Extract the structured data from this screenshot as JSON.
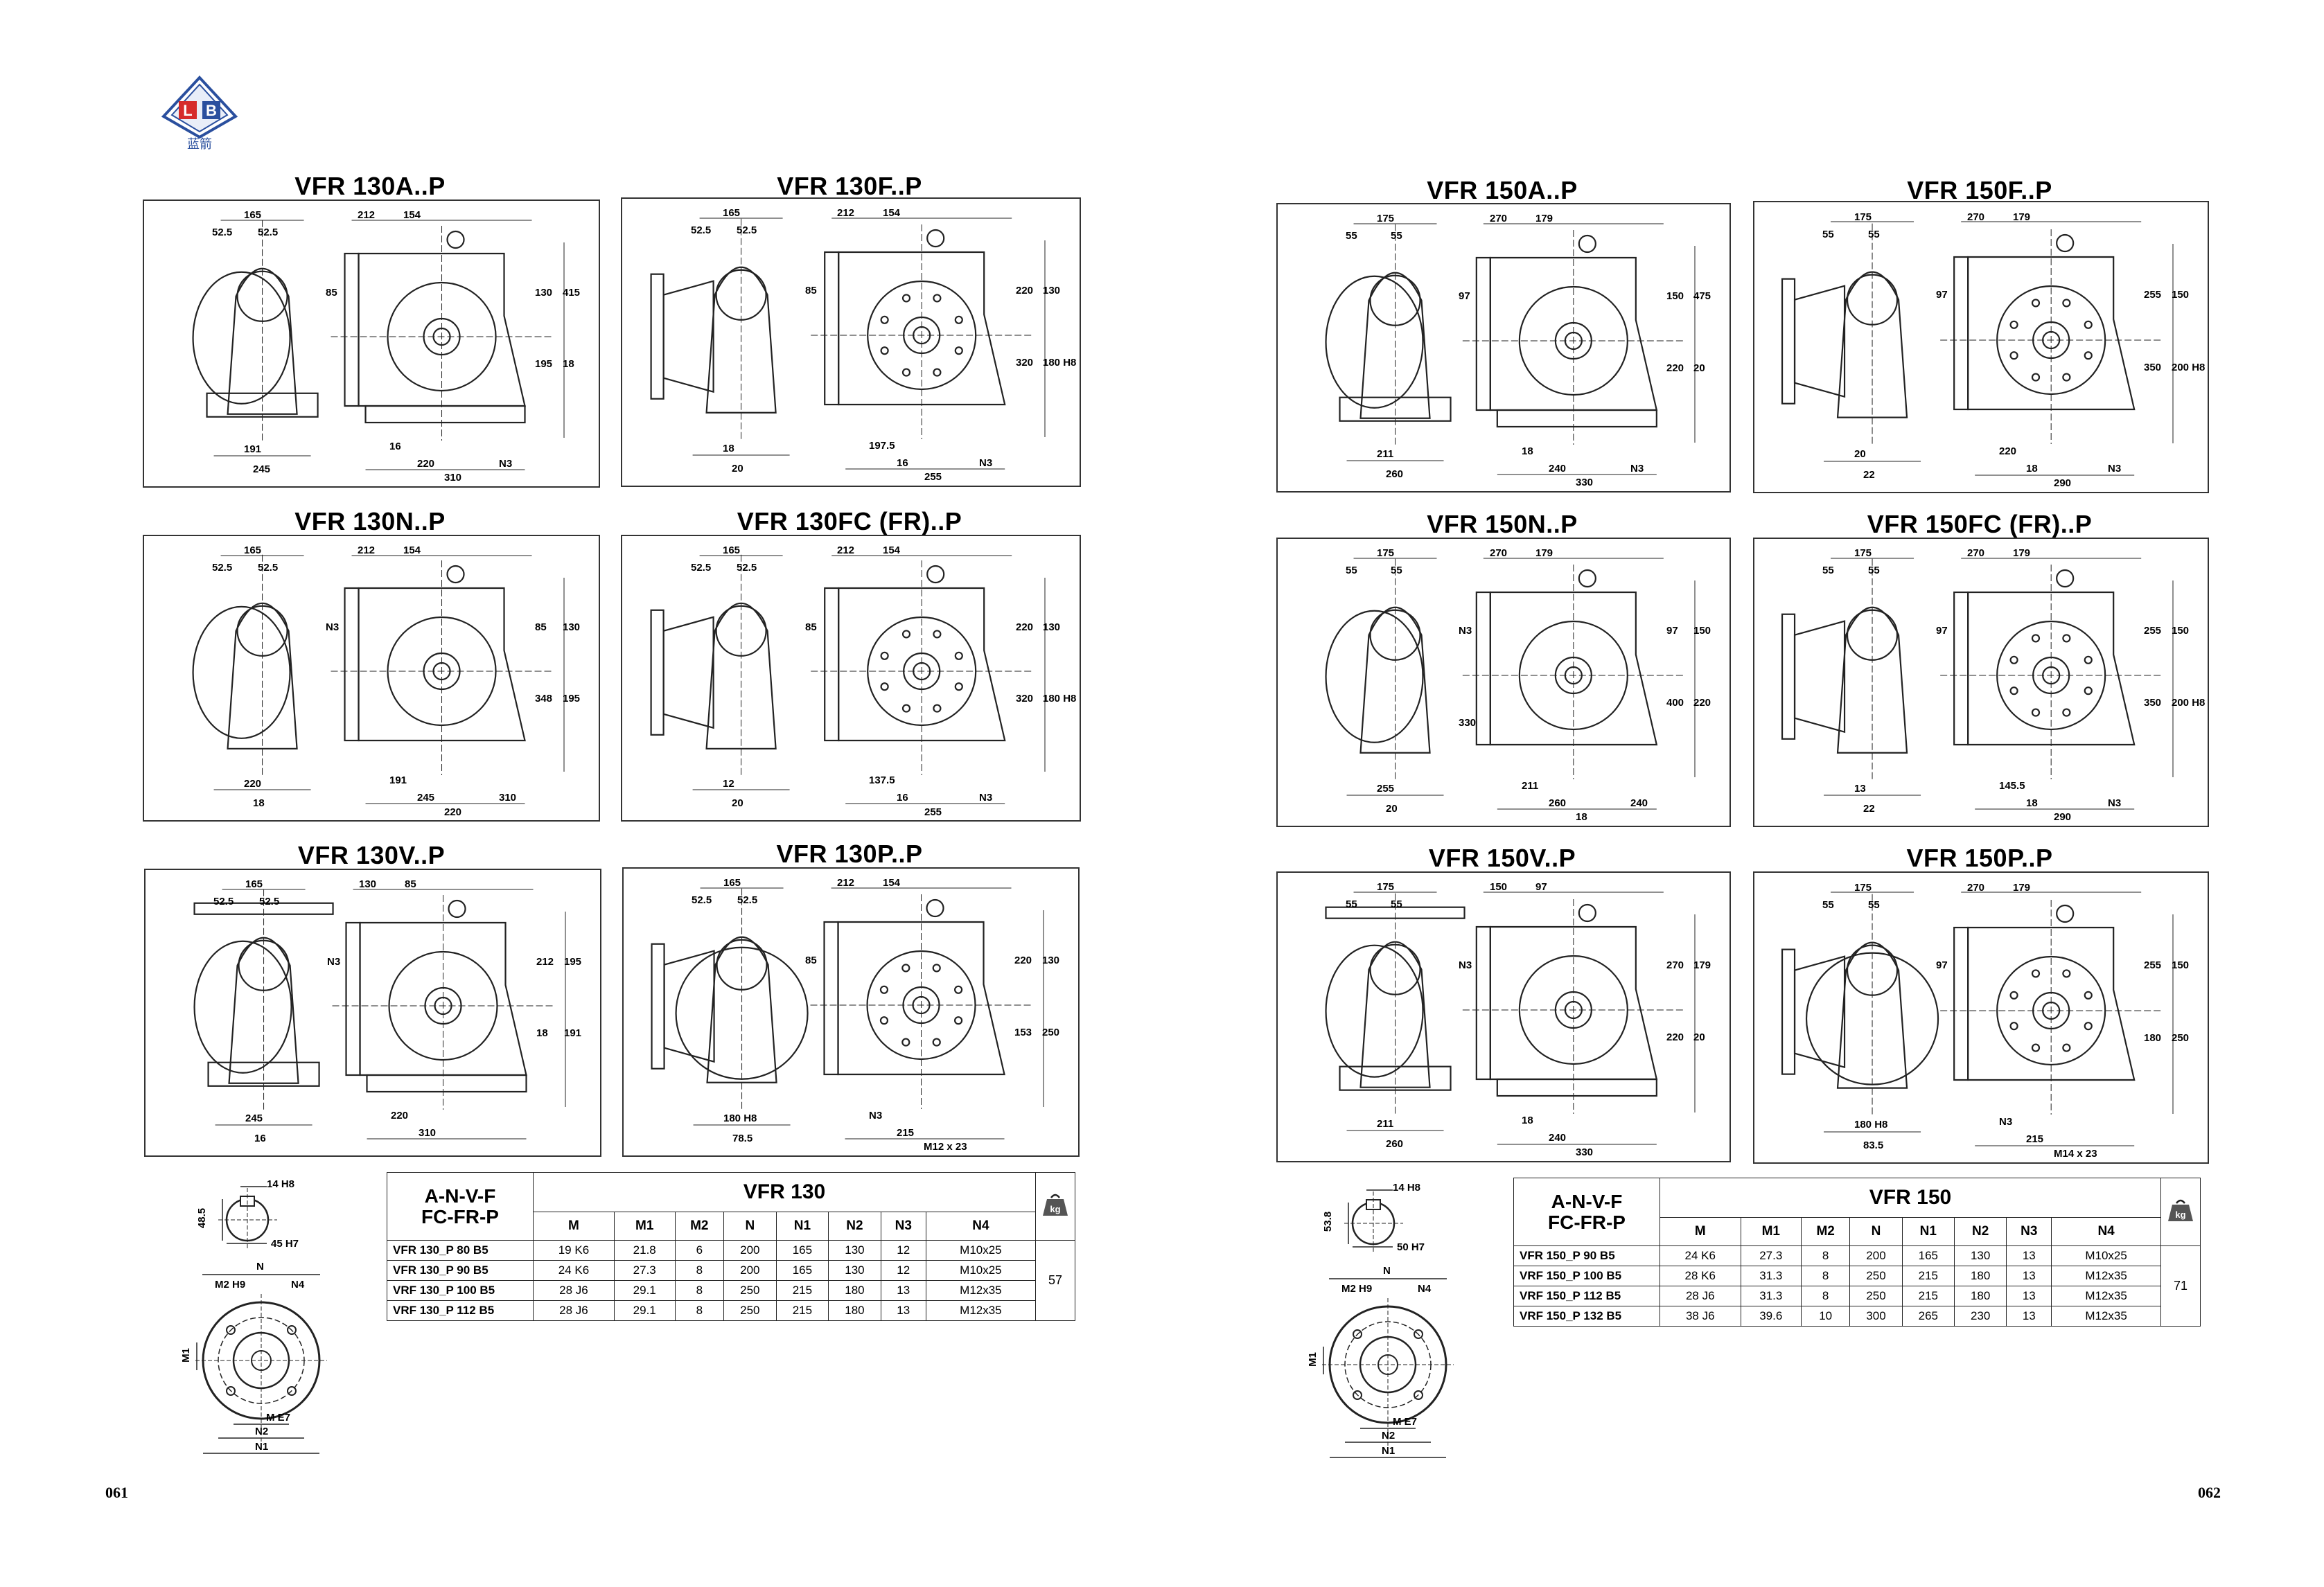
{
  "pages": [
    {
      "number": "061",
      "panels": [
        {
          "title": "VFR 130A..P",
          "dims": [
            "165",
            "52.5",
            "52.5",
            "212",
            "154",
            "85",
            "130",
            "415",
            "195",
            "18",
            "191",
            "245",
            "16",
            "220",
            "310",
            "N3"
          ]
        },
        {
          "title": "VFR 130F..P",
          "dims": [
            "165",
            "52.5",
            "52.5",
            "212",
            "154",
            "85",
            "220",
            "130",
            "320",
            "180 H8",
            "18",
            "20",
            "197.5",
            "16",
            "255",
            "N3"
          ]
        },
        {
          "title": "VFR 130N..P",
          "dims": [
            "165",
            "52.5",
            "52.5",
            "212",
            "154",
            "N3",
            "85",
            "130",
            "348",
            "195",
            "220",
            "18",
            "191",
            "245",
            "220",
            "310"
          ]
        },
        {
          "title": "VFR 130FC (FR)..P",
          "dims": [
            "165",
            "52.5",
            "52.5",
            "212",
            "154",
            "85",
            "220",
            "130",
            "320",
            "180 H8",
            "12",
            "20",
            "137.5",
            "16",
            "255",
            "N3"
          ]
        },
        {
          "title": "VFR 130V..P",
          "dims": [
            "165",
            "52.5",
            "52.5",
            "130",
            "85",
            "N3",
            "212",
            "195",
            "18",
            "191",
            "245",
            "16",
            "220",
            "310"
          ]
        },
        {
          "title": "VFR 130P..P",
          "dims": [
            "165",
            "52.5",
            "52.5",
            "212",
            "154",
            "85",
            "220",
            "130",
            "153",
            "250",
            "180 H8",
            "78.5",
            "N3",
            "215",
            "M12 x 23"
          ]
        }
      ],
      "shaft": {
        "key": "14 H8",
        "height": "48.5",
        "bore": "45 H7"
      },
      "flange": {
        "n": "N",
        "m2": "M2 H9",
        "n4": "N4",
        "m1": "M1",
        "m": "M E7",
        "n2": "N2",
        "n1": "N1"
      },
      "table": {
        "head1": "A-N-V-F",
        "head2": "FC-FR-P",
        "series": "VFR 130",
        "columns": [
          "M",
          "M1",
          "M2",
          "N",
          "N1",
          "N2",
          "N3",
          "N4"
        ],
        "weight_icon": "kg",
        "weight": "57",
        "rows": [
          {
            "label": "VFR 130_P  80 B5",
            "cells": [
              "19 K6",
              "21.8",
              "6",
              "200",
              "165",
              "130",
              "12",
              "M10x25"
            ]
          },
          {
            "label": "VFR 130_P  90 B5",
            "cells": [
              "24 K6",
              "27.3",
              "8",
              "200",
              "165",
              "130",
              "12",
              "M10x25"
            ]
          },
          {
            "label": "VRF 130_P  100 B5",
            "cells": [
              "28 J6",
              "29.1",
              "8",
              "250",
              "215",
              "180",
              "13",
              "M12x35"
            ]
          },
          {
            "label": "VRF 130_P  112 B5",
            "cells": [
              "28 J6",
              "29.1",
              "8",
              "250",
              "215",
              "180",
              "13",
              "M12x35"
            ]
          }
        ]
      }
    },
    {
      "number": "062",
      "panels": [
        {
          "title": "VFR 150A..P",
          "dims": [
            "175",
            "55",
            "55",
            "270",
            "179",
            "97",
            "150",
            "475",
            "220",
            "20",
            "211",
            "260",
            "18",
            "240",
            "330",
            "N3"
          ]
        },
        {
          "title": "VFR 150F..P",
          "dims": [
            "175",
            "55",
            "55",
            "270",
            "179",
            "97",
            "255",
            "150",
            "350",
            "200 H8",
            "20",
            "22",
            "220",
            "18",
            "290",
            "N3"
          ]
        },
        {
          "title": "VFR 150N..P",
          "dims": [
            "175",
            "55",
            "55",
            "270",
            "179",
            "N3",
            "97",
            "150",
            "400",
            "220",
            "255",
            "20",
            "211",
            "260",
            "18",
            "240",
            "330"
          ]
        },
        {
          "title": "VFR 150FC (FR)..P",
          "dims": [
            "175",
            "55",
            "55",
            "270",
            "179",
            "97",
            "255",
            "150",
            "350",
            "200 H8",
            "13",
            "22",
            "145.5",
            "18",
            "290",
            "N3"
          ]
        },
        {
          "title": "VFR 150V..P",
          "dims": [
            "175",
            "55",
            "55",
            "150",
            "97",
            "N3",
            "270",
            "179",
            "220",
            "20",
            "211",
            "260",
            "18",
            "240",
            "330"
          ]
        },
        {
          "title": "VFR 150P..P",
          "dims": [
            "175",
            "55",
            "55",
            "270",
            "179",
            "97",
            "255",
            "150",
            "180",
            "250",
            "180 H8",
            "83.5",
            "N3",
            "215",
            "M14 x 23"
          ]
        }
      ],
      "shaft": {
        "key": "14 H8",
        "height": "53.8",
        "bore": "50 H7"
      },
      "flange": {
        "n": "N",
        "m2": "M2 H9",
        "n4": "N4",
        "m1": "M1",
        "m": "M E7",
        "n2": "N2",
        "n1": "N1"
      },
      "table": {
        "head1": "A-N-V-F",
        "head2": "FC-FR-P",
        "series": "VFR 150",
        "columns": [
          "M",
          "M1",
          "M2",
          "N",
          "N1",
          "N2",
          "N3",
          "N4"
        ],
        "weight_icon": "kg",
        "weight": "71",
        "rows": [
          {
            "label": "VFR 150_P  90 B5",
            "cells": [
              "24 K6",
              "27.3",
              "8",
              "200",
              "165",
              "130",
              "13",
              "M10x25"
            ]
          },
          {
            "label": "VRF 150_P  100 B5",
            "cells": [
              "28 K6",
              "31.3",
              "8",
              "250",
              "215",
              "180",
              "13",
              "M12x35"
            ]
          },
          {
            "label": "VRF 150_P  112 B5",
            "cells": [
              "28 J6",
              "31.3",
              "8",
              "250",
              "215",
              "180",
              "13",
              "M12x35"
            ]
          },
          {
            "label": "VRF 150_P  132 B5",
            "cells": [
              "38 J6",
              "39.6",
              "10",
              "300",
              "265",
              "230",
              "13",
              "M12x35"
            ]
          }
        ]
      }
    }
  ],
  "logo_text": "L B",
  "logo_subtext": "蓝箭",
  "colors": {
    "line": "#222222",
    "logo_red": "#d62b2b",
    "logo_blue": "#2a4f9e"
  }
}
